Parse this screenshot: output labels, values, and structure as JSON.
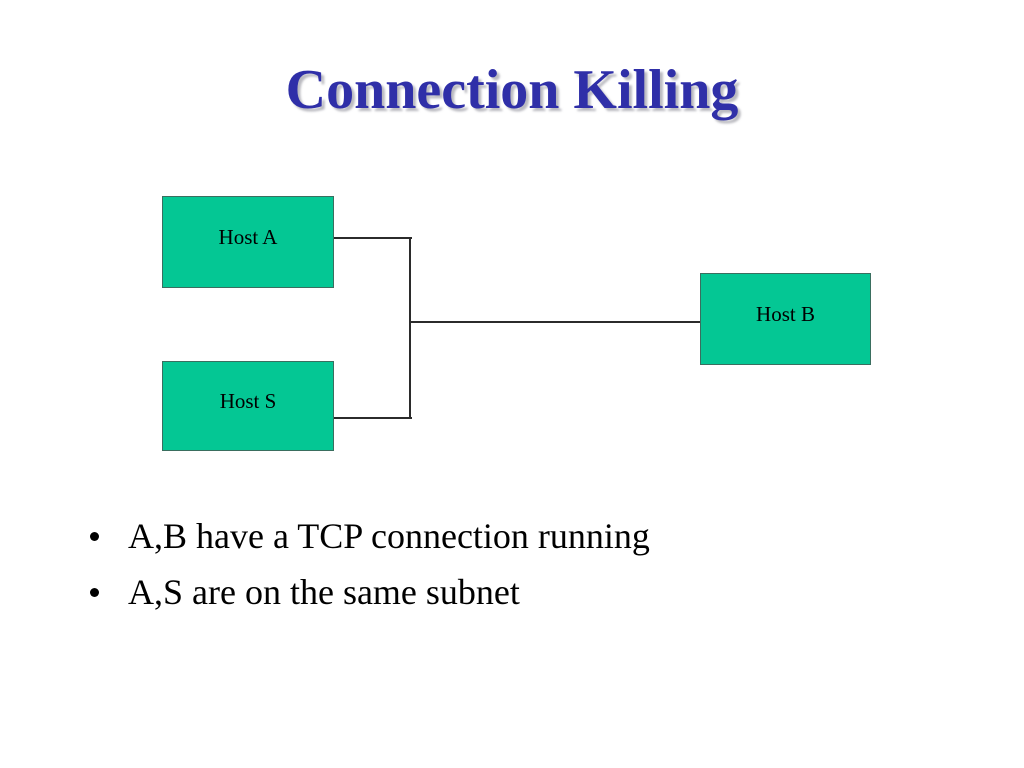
{
  "slide": {
    "title": "Connection Killing",
    "background_color": "#ffffff",
    "title_color": "#2f2fa8",
    "title_shadow_color": "#82828c"
  },
  "diagram": {
    "node_fill_color": "#04c794",
    "node_border_color": "#3a6e5f",
    "connector_color": "#2b2b2b",
    "nodes": [
      {
        "id": "host-a",
        "label": "Host A"
      },
      {
        "id": "host-s",
        "label": "Host S"
      },
      {
        "id": "host-b",
        "label": "Host B"
      }
    ],
    "connections": [
      {
        "from": "host-a",
        "to": "bus"
      },
      {
        "from": "host-s",
        "to": "bus"
      },
      {
        "from": "bus",
        "to": "host-b"
      }
    ]
  },
  "bullets": [
    {
      "text": "A,B have a TCP connection running"
    },
    {
      "text": "A,S are on the same subnet"
    }
  ]
}
